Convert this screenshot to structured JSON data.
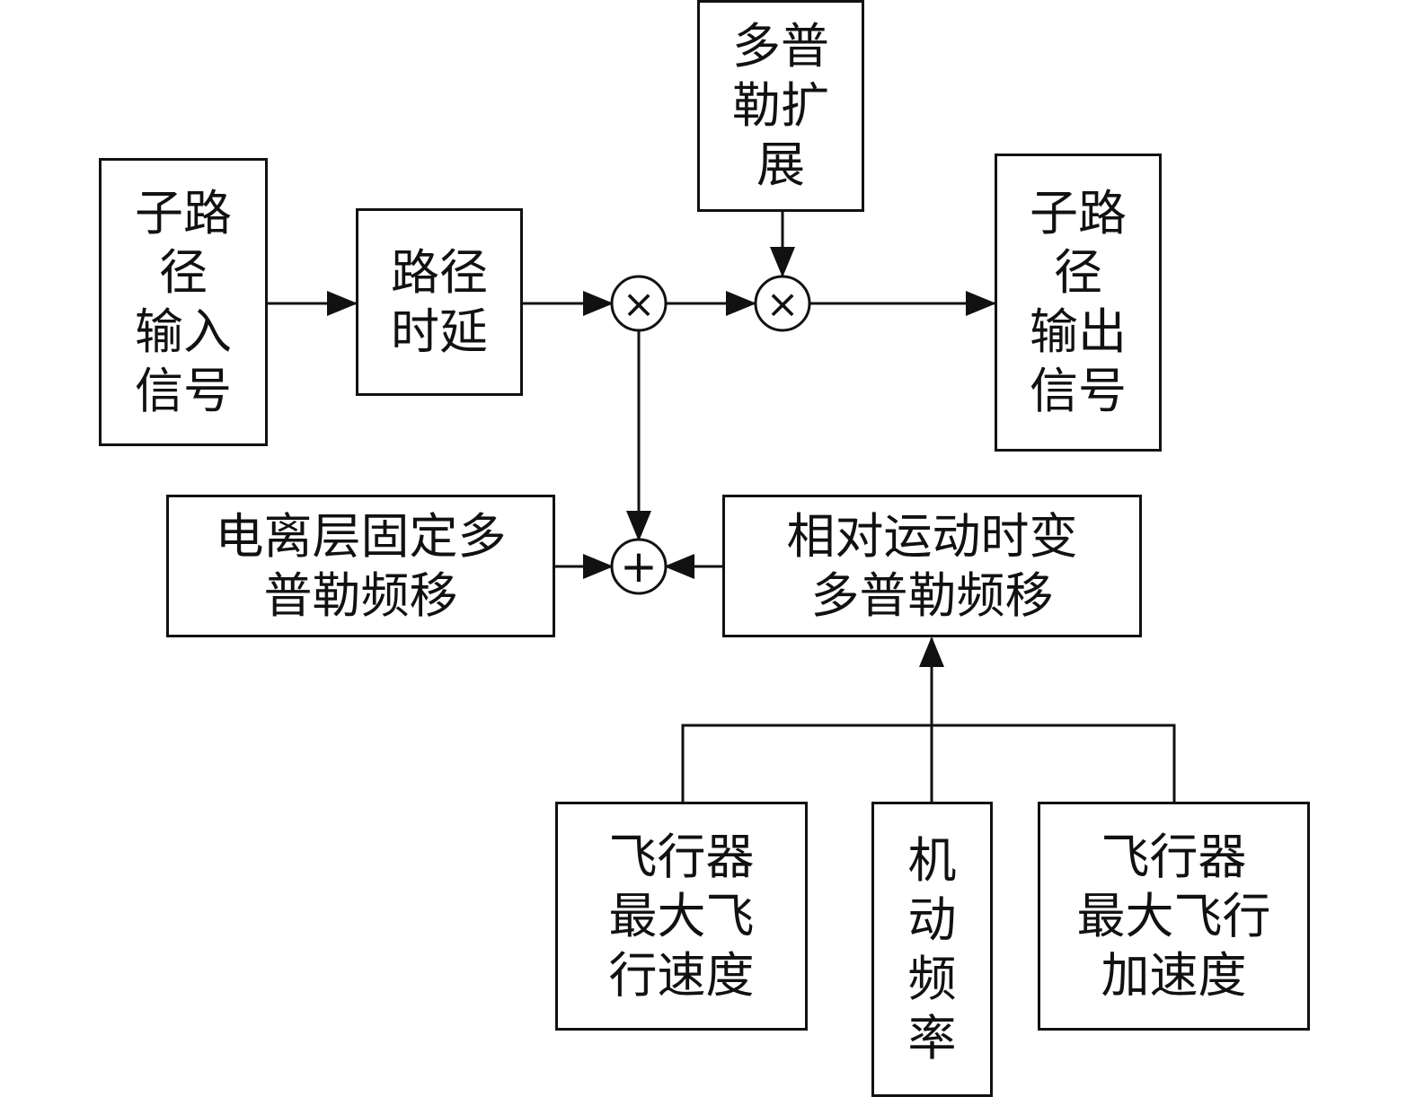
{
  "blocks": {
    "input_signal": "子路\n径\n输入\n信号",
    "path_delay": "路径\n时延",
    "doppler_spread": "多普\n勒扩\n展",
    "output_signal": "子路\n径\n输出\n信号",
    "ionosphere_doppler": "电离层固定多\n普勒频移",
    "relative_motion_doppler": "相对运动时变\n多普勒频移",
    "max_velocity": "飞行器\n最大飞\n行速度",
    "maneuver_frequency": "机\n动\n频\n率",
    "max_acceleration": "飞行器\n最大飞行\n加速度"
  },
  "operators": {
    "multiply_1": "×",
    "multiply_2": "×",
    "sum": "+"
  }
}
